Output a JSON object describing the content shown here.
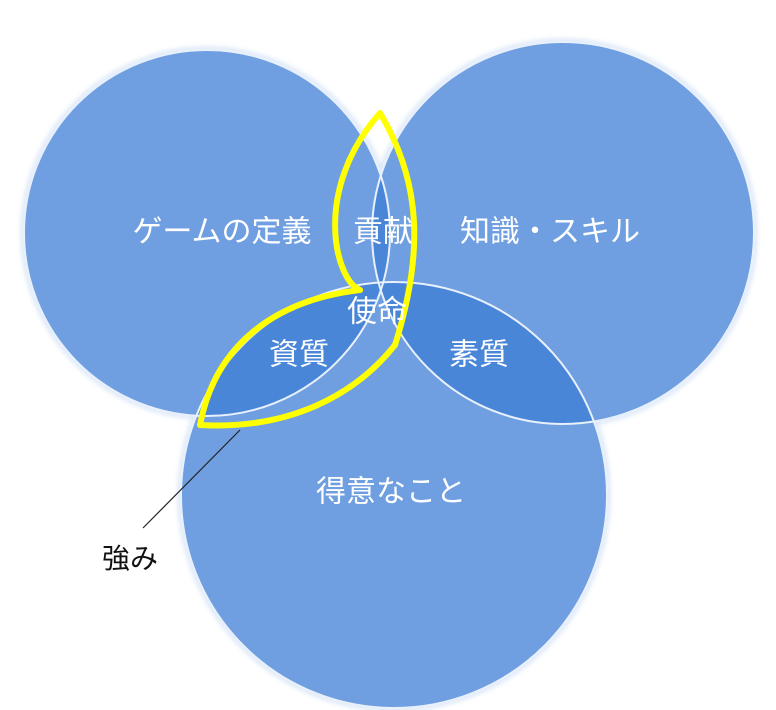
{
  "diagram": {
    "circle_fill": "#6f9fe0",
    "circle_stroke": "#e8f0fb",
    "overlap_fill": "#4a86d8",
    "highlight_color": "#ffff00",
    "leader_color": "#222222",
    "labels": {
      "top_left": "ゲームの定義",
      "top_right": "知識・スキル",
      "bottom": "得意なこと",
      "overlap_top": "貢献",
      "overlap_left": "資質",
      "overlap_right": "素質",
      "center": "使命",
      "callout": "強み"
    }
  }
}
